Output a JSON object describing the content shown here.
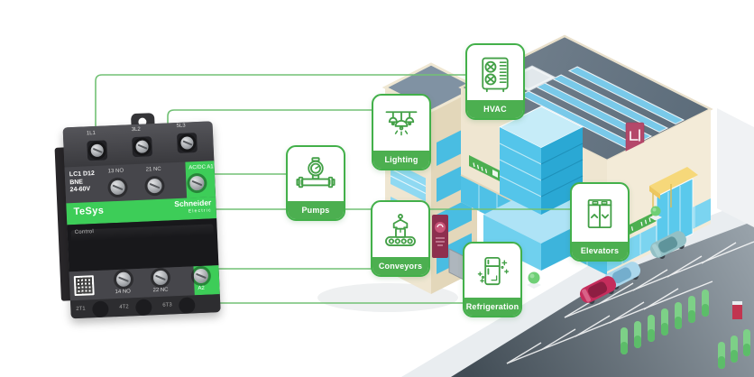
{
  "device": {
    "series_label": "TeSys",
    "brand_line1": "Schneider",
    "brand_line2": "Electric",
    "model_line1": "LC1 D12",
    "model_line2": "BNE",
    "model_line3": "24-60V",
    "panel_label": "Control",
    "top_power_terminals": [
      "1L1",
      "3L2",
      "5L3"
    ],
    "bottom_power_terminals": [
      "2T1",
      "4T2",
      "6T3"
    ],
    "top_aux_labels": [
      "13  NO",
      "21  NC",
      "AC/DC A1"
    ],
    "bottom_aux_labels": [
      "14  NO",
      "22  NC",
      "A2"
    ]
  },
  "applications": [
    {
      "label": "HVAC",
      "icon": "hvac-unit-icon"
    },
    {
      "label": "Lighting",
      "icon": "pendant-lights-icon"
    },
    {
      "label": "Pumps",
      "icon": "pump-icon"
    },
    {
      "label": "Conveyors",
      "icon": "conveyor-belt-icon"
    },
    {
      "label": "Elevators",
      "icon": "elevator-icon"
    },
    {
      "label": "Refrigeration",
      "icon": "refrigerator-icon"
    }
  ],
  "connections": [
    {
      "from": "contactor",
      "to": "HVAC"
    },
    {
      "from": "contactor",
      "to": "Lighting"
    },
    {
      "from": "contactor",
      "to": "Pumps"
    },
    {
      "from": "contactor",
      "to": "Conveyors"
    },
    {
      "from": "contactor",
      "to": "Elevators"
    },
    {
      "from": "contactor",
      "to": "Refrigeration"
    }
  ],
  "colors": {
    "schneider_green": "#3dcd58",
    "card_border_green": "#43b04a",
    "label_bar_green": "#4caf50",
    "connector_line_green": "#72c175",
    "icon_stroke_green": "#43a047"
  }
}
